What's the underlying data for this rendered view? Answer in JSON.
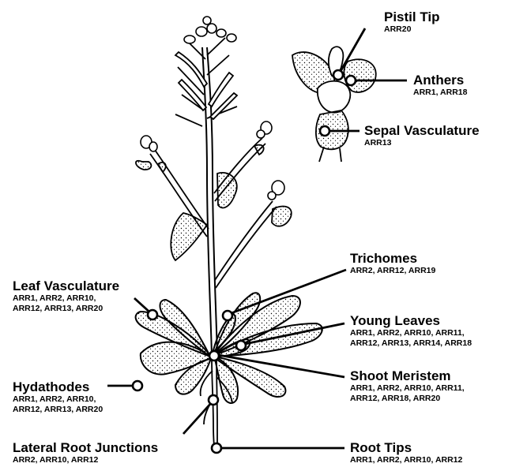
{
  "colors": {
    "ink": "#000000",
    "paper": "#ffffff"
  },
  "labels": {
    "pistil_tip": {
      "title": "Pistil Tip",
      "genes": [
        "ARR20"
      ]
    },
    "anthers": {
      "title": "Anthers",
      "genes": [
        "ARR1, ARR18"
      ]
    },
    "sepal_vasculature": {
      "title": "Sepal Vasculature",
      "genes": [
        "ARR13"
      ]
    },
    "trichomes": {
      "title": "Trichomes",
      "genes": [
        "ARR2, ARR12, ARR19"
      ]
    },
    "leaf_vasculature": {
      "title": "Leaf Vasculature",
      "genes": [
        "ARR1, ARR2, ARR10,",
        "ARR12, ARR13, ARR20"
      ]
    },
    "young_leaves": {
      "title": "Young Leaves",
      "genes": [
        "ARR1, ARR2, ARR10, ARR11,",
        "ARR12, ARR13, ARR14, ARR18"
      ]
    },
    "hydathodes": {
      "title": "Hydathodes",
      "genes": [
        "ARR1, ARR2, ARR10,",
        "ARR12, ARR13, ARR20"
      ]
    },
    "shoot_meristem": {
      "title": "Shoot Meristem",
      "genes": [
        "ARR1, ARR2, ARR10,  ARR11,",
        "ARR12, ARR18, ARR20"
      ]
    },
    "lateral_root_junctions": {
      "title": "Lateral Root Junctions",
      "genes": [
        "ARR2, ARR10, ARR12"
      ]
    },
    "root_tips": {
      "title": "Root Tips",
      "genes": [
        "ARR1, ARR2, ARR10, ARR12"
      ]
    }
  }
}
